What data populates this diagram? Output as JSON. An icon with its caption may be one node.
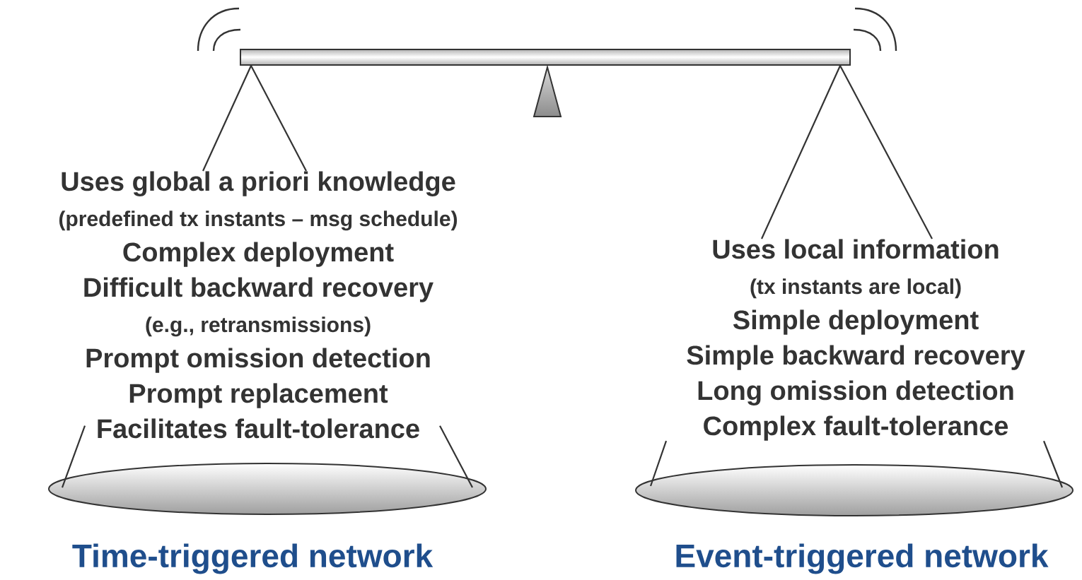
{
  "diagram": {
    "nodes": [
      {
        "text": [],
        "shape": "bar"
      },
      {
        "text": [
          "Uses global a priori knowledge",
          "(predefined tx instants – msg schedule)",
          "Complex deployment",
          "Difficult backward recovery",
          "(e.g., retransmissions)",
          "Prompt omission detection",
          "Prompt replacement",
          "Facilitates fault-tolerance"
        ]
      },
      {
        "text": [],
        "shape": "ellipse",
        "beside": [
          "Time-triggered network"
        ]
      },
      {
        "text": [
          "Uses local information",
          "(tx instants are local)",
          "Simple deployment",
          "Simple backward recovery",
          "Long omission detection",
          "Complex fault-tolerance"
        ]
      },
      {
        "text": [],
        "shape": "ellipse",
        "beside": [
          "Event-triggered network"
        ]
      }
    ],
    "edges": [
      {
        "from": 0,
        "to": 1,
        "arrow": "none"
      },
      {
        "from": 0,
        "to": 1,
        "arrow": "none"
      },
      {
        "from": 1,
        "to": 2,
        "arrow": "none"
      },
      {
        "from": 1,
        "to": 2,
        "arrow": "none"
      },
      {
        "from": 0,
        "to": 3,
        "arrow": "none"
      },
      {
        "from": 0,
        "to": 3,
        "arrow": "none"
      },
      {
        "from": 3,
        "to": 4,
        "arrow": "none"
      },
      {
        "from": 3,
        "to": 4,
        "arrow": "none"
      }
    ]
  }
}
